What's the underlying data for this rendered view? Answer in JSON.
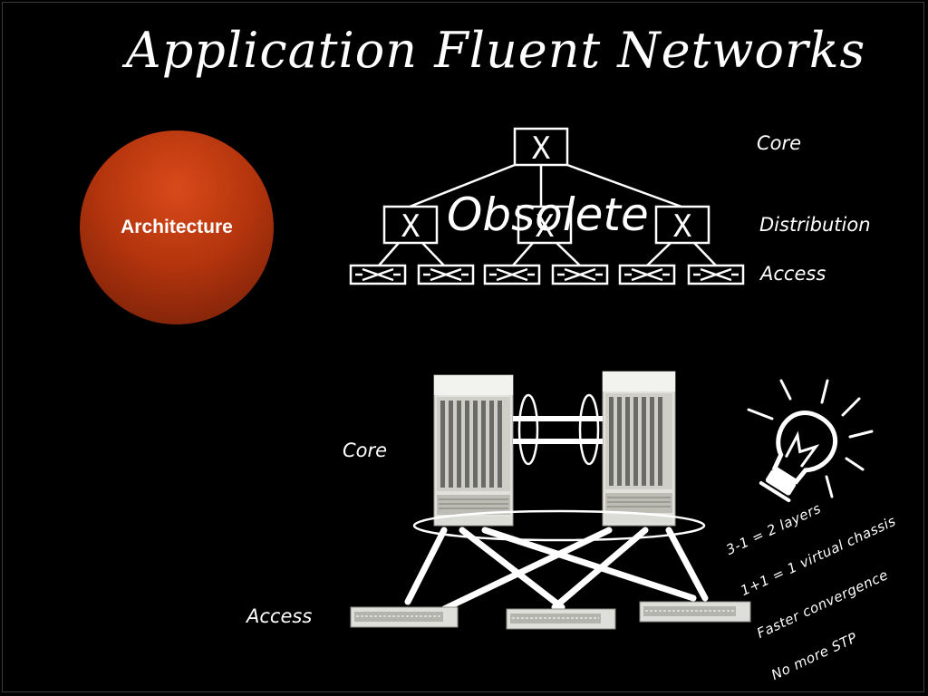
{
  "slide": {
    "title": "Application Fluent Networks",
    "architecture_label": "Architecture"
  },
  "legacy_diagram": {
    "tier_labels": {
      "core": "Core",
      "distribution": "Distribution",
      "access": "Access"
    },
    "node_glyph": "X",
    "overlay": "Obsolete"
  },
  "modern_diagram": {
    "core_label": "Core",
    "access_label": "Access"
  },
  "benefits": [
    "3-1 = 2 layers",
    "1+1 = 1 virtual chassis",
    "Faster convergence",
    "No more STP"
  ],
  "colors": {
    "background": "#000000",
    "foreground": "#ffffff",
    "accent": "#b5350d"
  },
  "icons": [
    "lightbulb-icon"
  ]
}
